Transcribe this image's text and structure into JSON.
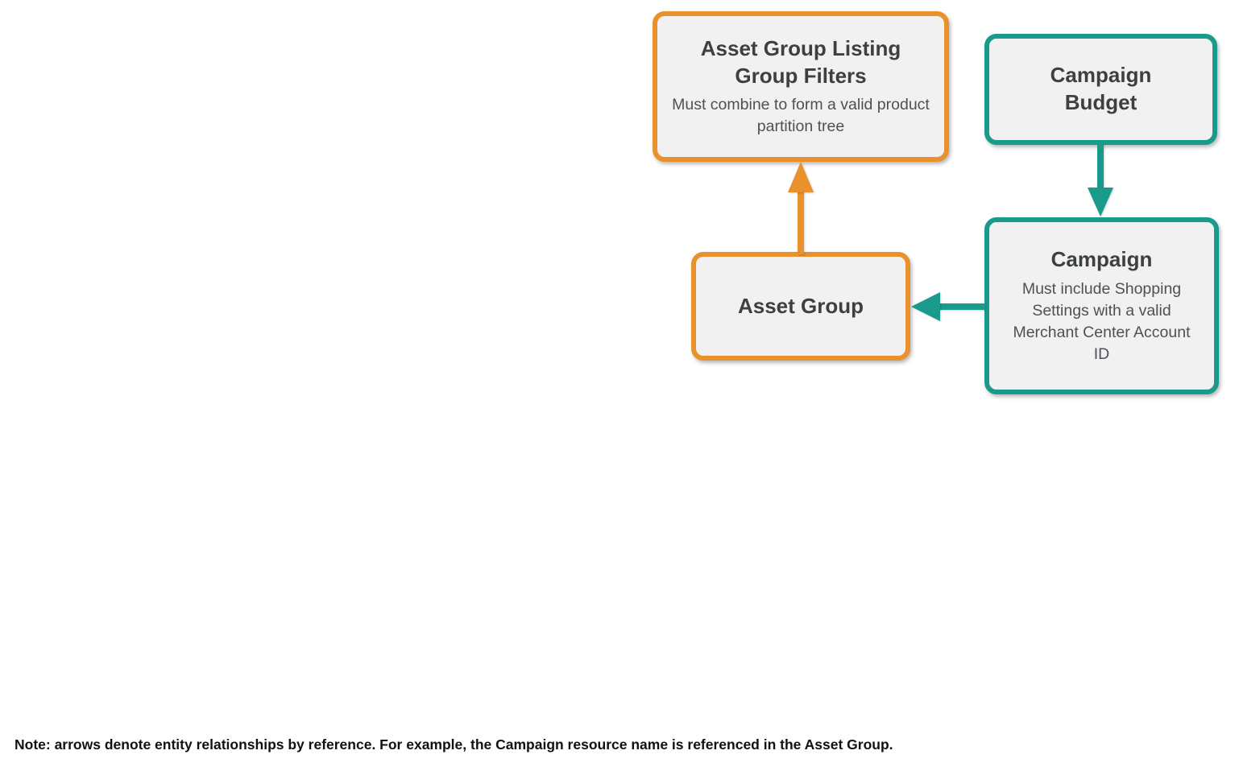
{
  "colors": {
    "orange": "#e8912d",
    "teal": "#1a9a8b",
    "box_fill": "#f1f1f1",
    "heading_text": "#3c4043",
    "subtitle_text": "#4d5156",
    "note_text": "#111111"
  },
  "nodes": {
    "listing_group_filters": {
      "title": "Asset Group Listing Group Filters",
      "subtitle": "Must combine to form a valid product partition tree",
      "accent": "orange"
    },
    "campaign_budget": {
      "title": "Campaign Budget",
      "accent": "teal"
    },
    "asset_group": {
      "title": "Asset Group",
      "accent": "orange"
    },
    "campaign": {
      "title": "Campaign",
      "subtitle": "Must include Shopping Settings with a valid Merchant Center Account ID",
      "accent": "teal"
    }
  },
  "edges": [
    {
      "from": "asset_group",
      "to": "listing_group_filters",
      "color": "orange",
      "direction": "up"
    },
    {
      "from": "campaign_budget",
      "to": "campaign",
      "color": "teal",
      "direction": "down"
    },
    {
      "from": "campaign",
      "to": "asset_group",
      "color": "teal",
      "direction": "left"
    }
  ],
  "note": "Note: arrows denote entity relationships by reference. For example, the Campaign resource name is referenced in the Asset Group."
}
